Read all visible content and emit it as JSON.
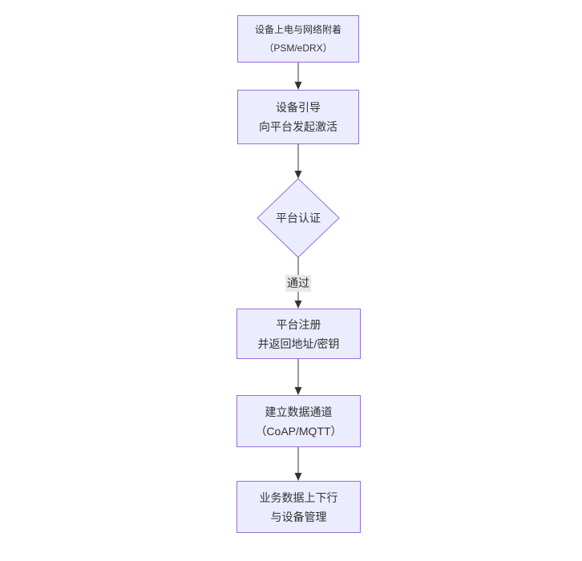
{
  "diagram": {
    "type": "flowchart",
    "direction": "top-down",
    "nodes": [
      {
        "id": "n1",
        "shape": "rect",
        "line1": "设备上电与网络附着",
        "line2": "（PSM/eDRX）"
      },
      {
        "id": "n2",
        "shape": "rect",
        "line1": "设备引导",
        "line2": "向平台发起激活"
      },
      {
        "id": "n3",
        "shape": "diamond",
        "label": "平台认证"
      },
      {
        "id": "n4",
        "shape": "rect",
        "line1": "平台注册",
        "line2": "并返回地址/密钥"
      },
      {
        "id": "n5",
        "shape": "rect",
        "line1": "建立数据通道",
        "line2": "（CoAP/MQTT）"
      },
      {
        "id": "n6",
        "shape": "rect",
        "line1": "业务数据上下行",
        "line2": "与设备管理"
      }
    ],
    "edges": [
      {
        "from": "n1",
        "to": "n2",
        "label": ""
      },
      {
        "from": "n2",
        "to": "n3",
        "label": ""
      },
      {
        "from": "n3",
        "to": "n4",
        "label": "通过"
      },
      {
        "from": "n4",
        "to": "n5",
        "label": ""
      },
      {
        "from": "n5",
        "to": "n6",
        "label": ""
      }
    ],
    "edge_label_pass": "通过",
    "colors": {
      "node_fill": "#ECECFF",
      "node_border": "#9370DB",
      "text": "#333333",
      "edge_line": "#333333",
      "arrowhead": "#333333",
      "edge_label_background": "#e8e8e8",
      "page_background": "#ffffff"
    }
  }
}
